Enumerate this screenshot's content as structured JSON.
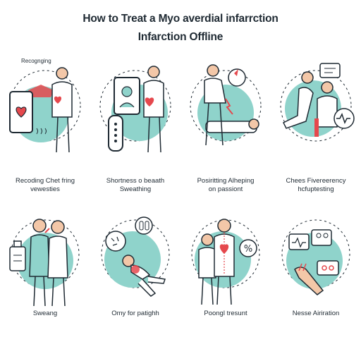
{
  "title": {
    "line1": "How to Treat a Myo averdial infarrction",
    "line2": "Infarction Offline"
  },
  "colors": {
    "teal": "#8fd3cb",
    "dark": "#1f2a33",
    "red": "#e5484d",
    "skin": "#f3c7a8"
  },
  "steps": [
    {
      "label": "Recognging",
      "caption": [
        "Recoding Chet fring",
        "vewesties"
      ],
      "icon": "phone-heart-person-icon"
    },
    {
      "caption": [
        "Shortness o beaath",
        "Sweathing"
      ],
      "icon": "telephone-person-icon"
    },
    {
      "caption": [
        "Posiritting Alheping",
        "on passiont"
      ],
      "icon": "helping-lying-patient-icon"
    },
    {
      "caption": [
        "Chees Fivereerency",
        "hcfuptesting"
      ],
      "icon": "kneeling-heartbeat-icon"
    },
    {
      "caption": [
        "Sweang"
      ],
      "icon": "medicine-bottle-people-icon"
    },
    {
      "caption": [
        "Omy for patighh"
      ],
      "icon": "fallen-person-pills-icon"
    },
    {
      "caption": [
        "Poongl tresunt"
      ],
      "icon": "two-people-percent-icon"
    },
    {
      "caption": [
        "Nesse Airiration"
      ],
      "icon": "hand-chat-bubbles-icon"
    }
  ]
}
